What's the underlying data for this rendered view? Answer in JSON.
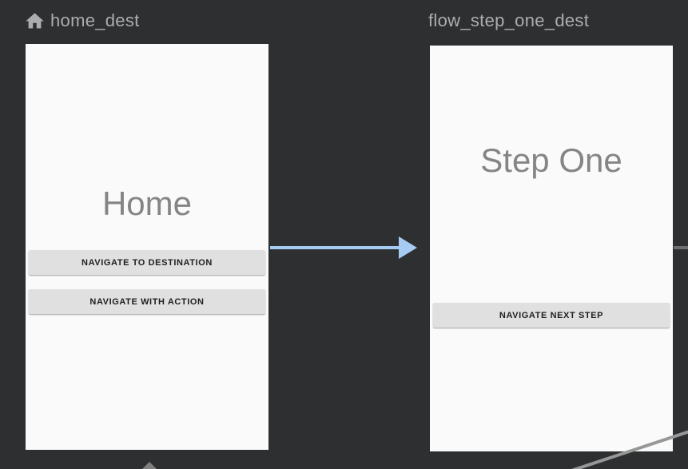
{
  "editor": {
    "type": "navigation-graph",
    "destinations": [
      {
        "label": "home_dest",
        "is_start_destination": true,
        "icon": "home-icon",
        "screen_title": "Home",
        "buttons": [
          "NAVIGATE TO DESTINATION",
          "NAVIGATE WITH ACTION"
        ]
      },
      {
        "label": "flow_step_one_dest",
        "is_start_destination": false,
        "screen_title": "Step One",
        "buttons": [
          "NAVIGATE NEXT STEP"
        ]
      }
    ],
    "edges": [
      {
        "from": "home_dest",
        "to": "flow_step_one_dest",
        "state": "highlighted"
      },
      {
        "from": "flow_step_one_dest",
        "to": "offscreen-right",
        "state": "default"
      },
      {
        "from": "offscreen-bottom",
        "to": "offscreen-right",
        "state": "default"
      },
      {
        "from": "offscreen-bottom",
        "to": "home_dest",
        "state": "default"
      }
    ]
  },
  "colors": {
    "canvas_bg": "#2d2f31",
    "card_bg": "#fafafa",
    "header_text": "#abadaf",
    "screen_title_text": "#858585",
    "button_bg": "#e0e0e0",
    "button_text": "#1f1f1f",
    "edge_highlighted": "#a5cbf2",
    "edge_default": "#6f6f6f",
    "edge_diagonal": "#979797",
    "edge_arrowhead_gray": "#7f7f7f"
  }
}
